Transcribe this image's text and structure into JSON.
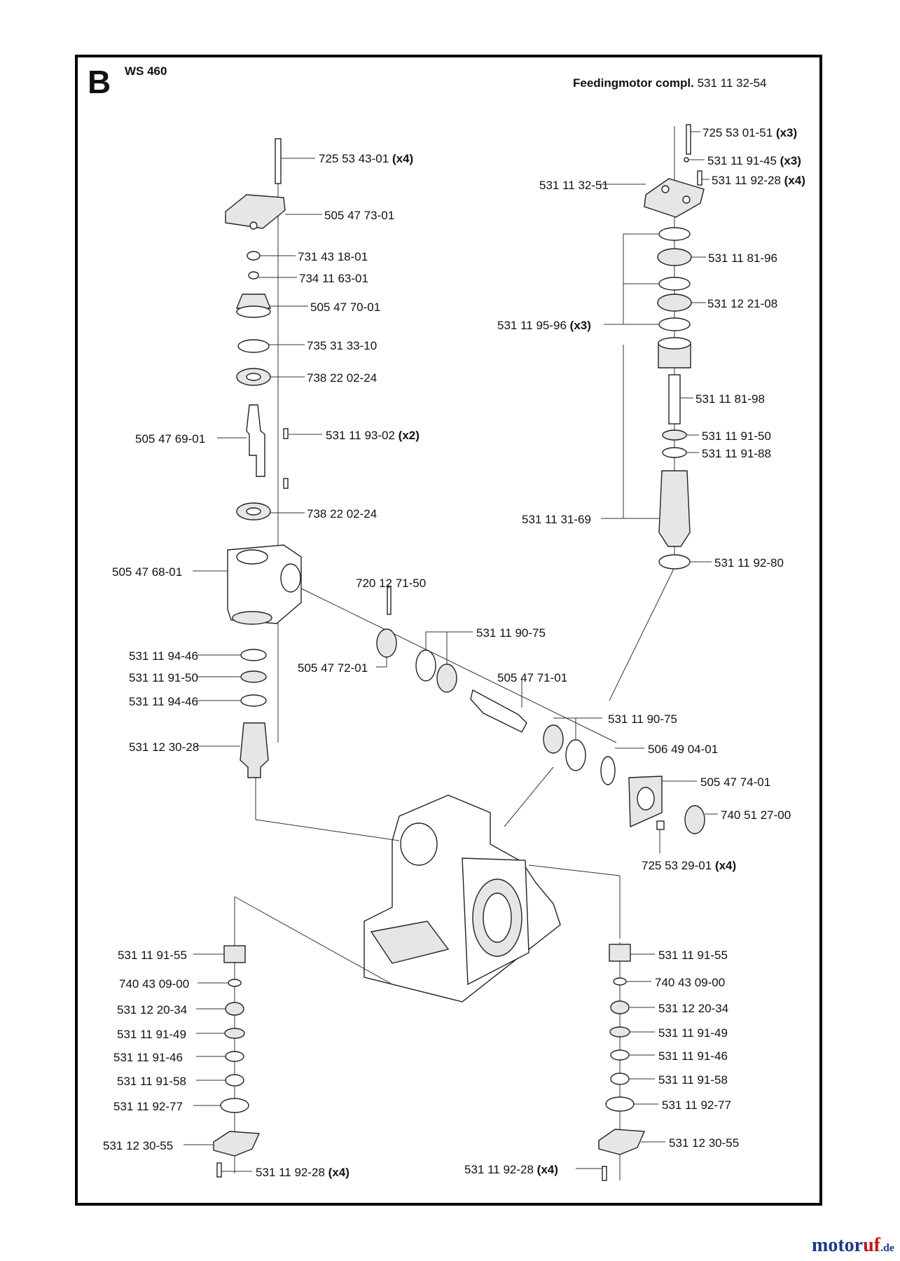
{
  "header": {
    "section": "B",
    "model": "WS 460",
    "assembly_label": "Feedingmotor compl.",
    "assembly_number": "531 11 32-54"
  },
  "parts": [
    {
      "number": "725 53 43-01",
      "qty": "(x4)"
    },
    {
      "number": "505 47 73-01",
      "qty": ""
    },
    {
      "number": "731 43 18-01",
      "qty": ""
    },
    {
      "number": "734 11 63-01",
      "qty": ""
    },
    {
      "number": "505 47 70-01",
      "qty": ""
    },
    {
      "number": "735 31 33-10",
      "qty": ""
    },
    {
      "number": "738 22 02-24",
      "qty": ""
    },
    {
      "number": "505 47 69-01",
      "qty": ""
    },
    {
      "number": "531 11 93-02",
      "qty": "(x2)"
    },
    {
      "number": "738 22 02-24",
      "qty": ""
    },
    {
      "number": "505 47 68-01",
      "qty": ""
    },
    {
      "number": "720 12 71-50",
      "qty": ""
    },
    {
      "number": "531 11 90-75",
      "qty": ""
    },
    {
      "number": "505 47 72-01",
      "qty": ""
    },
    {
      "number": "531 11 94-46",
      "qty": ""
    },
    {
      "number": "531 11 91-50",
      "qty": ""
    },
    {
      "number": "531 11 94-46",
      "qty": ""
    },
    {
      "number": "505 47 71-01",
      "qty": ""
    },
    {
      "number": "531 11 90-75",
      "qty": ""
    },
    {
      "number": "531 12 30-28",
      "qty": ""
    },
    {
      "number": "506 49 04-01",
      "qty": ""
    },
    {
      "number": "505 47 74-01",
      "qty": ""
    },
    {
      "number": "740 51 27-00",
      "qty": ""
    },
    {
      "number": "725 53 29-01",
      "qty": "(x4)"
    },
    {
      "number": "725 53 01-51",
      "qty": "(x3)"
    },
    {
      "number": "531 11 91-45",
      "qty": "(x3)"
    },
    {
      "number": "531 11 92-28",
      "qty": "(x4)"
    },
    {
      "number": "531 11 32-51",
      "qty": ""
    },
    {
      "number": "531 11 81-96",
      "qty": ""
    },
    {
      "number": "531 12 21-08",
      "qty": ""
    },
    {
      "number": "531 11 95-96",
      "qty": "(x3)"
    },
    {
      "number": "531 11 81-98",
      "qty": ""
    },
    {
      "number": "531 11 91-50",
      "qty": ""
    },
    {
      "number": "531 11 91-88",
      "qty": ""
    },
    {
      "number": "531 11 31-69",
      "qty": ""
    },
    {
      "number": "531 11 92-80",
      "qty": ""
    },
    {
      "number": "531 11 91-55",
      "qty": ""
    },
    {
      "number": "740 43 09-00",
      "qty": ""
    },
    {
      "number": "531 12 20-34",
      "qty": ""
    },
    {
      "number": "531 11 91-49",
      "qty": ""
    },
    {
      "number": "531 11 91-46",
      "qty": ""
    },
    {
      "number": "531 11 91-58",
      "qty": ""
    },
    {
      "number": "531 11 92-77",
      "qty": ""
    },
    {
      "number": "531 12 30-55",
      "qty": ""
    },
    {
      "number": "531 11 92-28",
      "qty": "(x4)"
    },
    {
      "number": "531 11 91-55",
      "qty": ""
    },
    {
      "number": "740 43 09-00",
      "qty": ""
    },
    {
      "number": "531 12 20-34",
      "qty": ""
    },
    {
      "number": "531 11 91-49",
      "qty": ""
    },
    {
      "number": "531 11 91-46",
      "qty": ""
    },
    {
      "number": "531 11 91-58",
      "qty": ""
    },
    {
      "number": "531 11 92-77",
      "qty": ""
    },
    {
      "number": "531 12 30-55",
      "qty": ""
    },
    {
      "number": "531 11 92-28",
      "qty": "(x4)"
    }
  ],
  "watermark": {
    "main": "motor",
    "accent": "uf",
    "tld": ".de"
  }
}
